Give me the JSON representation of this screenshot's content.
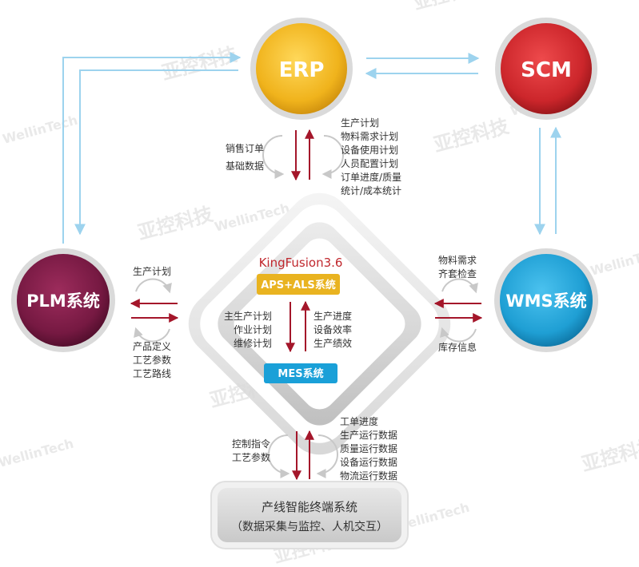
{
  "nodes": {
    "erp": "ERP",
    "scm": "SCM",
    "plm": "PLM系统",
    "wms": "WMS系统",
    "mes": "MES系统"
  },
  "center": {
    "product": "KingFusion3.6",
    "aps": "APS+ALS系统",
    "left_labels": [
      "主生产计划",
      "作业计划",
      "维修计划"
    ],
    "right_labels": [
      "生产进度",
      "设备效率",
      "生产绩效"
    ]
  },
  "erp_links": {
    "left": [
      "销售订单",
      "基础数据"
    ],
    "right": [
      "生产计划",
      "物料需求计划",
      "设备使用计划",
      "人员配置计划",
      "订单进度/质量",
      "统计/成本统计"
    ]
  },
  "plm_links": {
    "top": "生产计划",
    "bottom": [
      "产品定义",
      "工艺参数",
      "工艺路线"
    ]
  },
  "wms_links": {
    "top": [
      "物料需求",
      "齐套检查"
    ],
    "bottom": "库存信息"
  },
  "terminal_links": {
    "left": [
      "控制指令",
      "工艺参数"
    ],
    "right": [
      "工单进度",
      "生产运行数据",
      "质量运行数据",
      "设备运行数据",
      "物流运行数据"
    ]
  },
  "terminal": {
    "line1": "产线智能终端系统",
    "line2": "（数据采集与监控、人机交互）"
  },
  "watermark": "亚控科技",
  "watermark_en": "WellinTech",
  "colors": {
    "erp": "#f0b31c",
    "scm": "#d02a2e",
    "plm": "#7a1a45",
    "wms": "#1f9fd4",
    "mes": "#1aa0d8",
    "aps": "#e9b320",
    "arrow_red": "#a4162a",
    "arrow_blue": "#9dd3ee",
    "product_text": "#c0272d"
  }
}
